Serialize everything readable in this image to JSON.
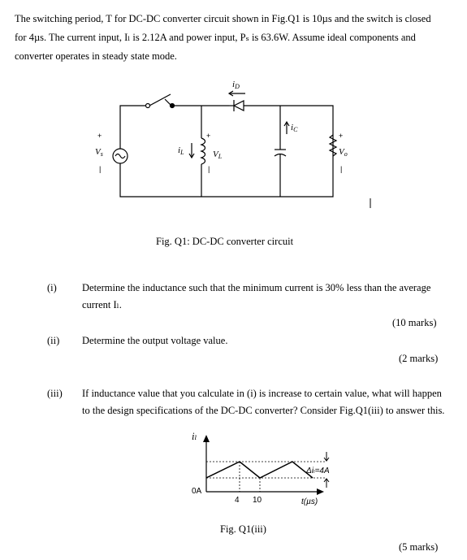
{
  "intro": {
    "line1": "The switching period, T for DC-DC converter circuit shown in Fig.Q1 is 10µs and the switch is closed",
    "line2": "for 4µs. The current input, Iₗ is 2.12A and power input, Pₛ is 63.6W. Assume ideal components and",
    "line3": "converter operates in steady state mode."
  },
  "circuit": {
    "caption": "Fig. Q1: DC-DC converter circuit",
    "labels": {
      "iD": "iD",
      "iC": "iC",
      "iL": "iL",
      "vL": "vL",
      "vs": "Vs",
      "vo": "Vo",
      "plus": "+",
      "minus": "–"
    }
  },
  "questions": [
    {
      "number": "(i)",
      "line1": "Determine the inductance such that the minimum current is 30% less than the average",
      "line2": "current Iₗ.",
      "marks": "(10 marks)"
    },
    {
      "number": "(ii)",
      "line1": "Determine the output voltage value.",
      "marks": "(2 marks)"
    },
    {
      "number": "(iii)",
      "line1": "If inductance value that you calculate in (i) is increase to certain value, what will happen",
      "line2": "to the design specifications of the DC-DC converter? Consider Fig.Q1(iii) to answer this.",
      "marks": "(5 marks)"
    }
  ],
  "graph": {
    "caption": "Fig. Q1(iii)",
    "y_label": "iₗ",
    "origin_label": "0A",
    "tick_4": "4",
    "tick_10": "10",
    "x_label": "t(µs)",
    "delta_label": "Δiₗ=4A"
  }
}
